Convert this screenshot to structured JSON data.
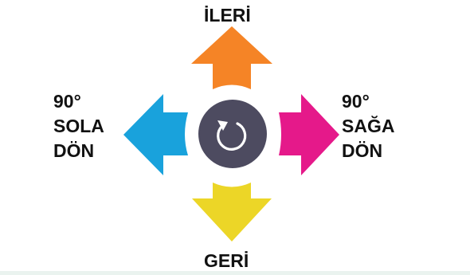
{
  "labels": {
    "forward": "İLERİ",
    "back": "GERİ",
    "left": [
      "90°",
      "SOLA",
      "DÖN"
    ],
    "right": [
      "90°",
      "SAĞA",
      "DÖN"
    ]
  },
  "colors": {
    "forward_arrow": "#f58426",
    "back_arrow": "#ecd627",
    "left_arrow": "#19a2dc",
    "right_arrow": "#e5198a",
    "center_button": "#4d4b60",
    "center_icon": "#ffffff"
  },
  "icons": {
    "center": "rotate-icon"
  }
}
